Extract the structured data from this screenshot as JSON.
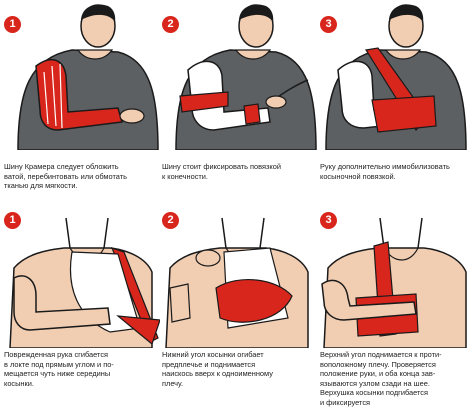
{
  "colors": {
    "accent": "#d9261c",
    "sweater": "#5d6063",
    "skin": "#f1cdb2",
    "outline": "#1a1a1a"
  },
  "steps": {
    "top": [
      {
        "number": "1",
        "icon": "splint-icon",
        "caption": "Шину Крамера следует обложить\nватой, перебинтовать или обмотать\nтканью для мягкости."
      },
      {
        "number": "2",
        "icon": "bandage-icon",
        "caption": "Шину стоит фиксировать повязкой\nк конечности."
      },
      {
        "number": "3",
        "icon": "sling-icon",
        "caption": "Руку дополнительно иммобилизовать\nкосыночной повязкой."
      }
    ],
    "bottom": [
      {
        "number": "1",
        "icon": "arm-bend-icon",
        "caption": "Поврежденная рука сгибается\nв локте под прямым углом и по-\nмещается чуть ниже середины\nкосынки."
      },
      {
        "number": "2",
        "icon": "scarf-fold-icon",
        "caption": "Нижний угол косынки огибает\nпредплечье и поднимается\nнаискось вверх к одноименному\nплечу."
      },
      {
        "number": "3",
        "icon": "knot-icon",
        "caption": "Верхний угол поднимается к проти-\nвоположному плечу. Проверяется\nположение руки, и оба конца зав-\nязываются узлом сзади на шее.\nВерхушка косынки подгибается\nи фиксируется"
      }
    ]
  }
}
